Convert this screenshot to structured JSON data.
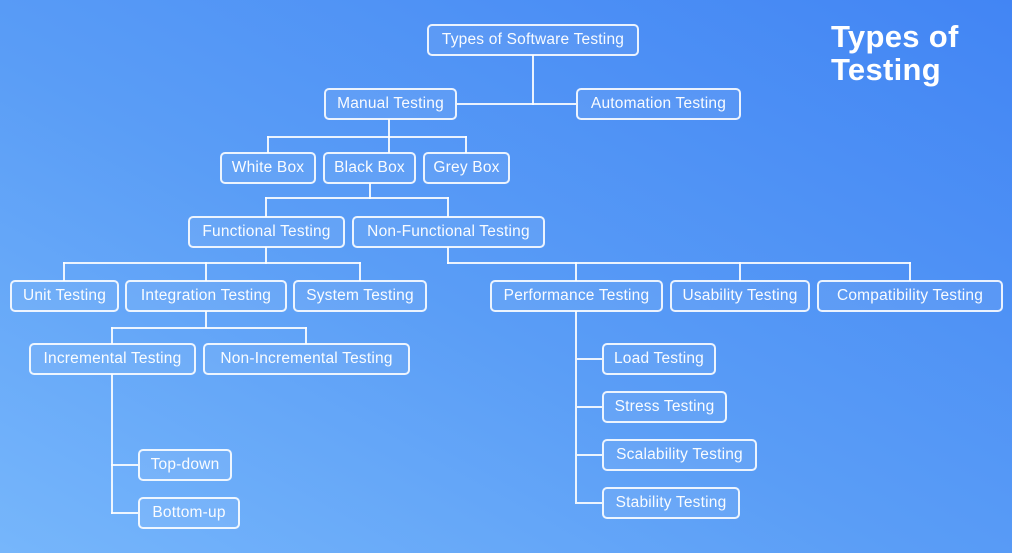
{
  "heading": {
    "line1": "Types of",
    "line2": "Testing"
  },
  "nodes": {
    "root": "Types of Software Testing",
    "manual": "Manual Testing",
    "automation": "Automation Testing",
    "white_box": "White Box",
    "black_box": "Black Box",
    "grey_box": "Grey Box",
    "functional": "Functional Testing",
    "non_functional": "Non-Functional Testing",
    "unit": "Unit Testing",
    "integration": "Integration Testing",
    "system": "System Testing",
    "performance": "Performance Testing",
    "usability": "Usability Testing",
    "compatibility": "Compatibility Testing",
    "incremental": "Incremental Testing",
    "non_incremental": "Non-Incremental Testing",
    "top_down": "Top-down",
    "bottom_up": "Bottom-up",
    "load": "Load Testing",
    "stress": "Stress Testing",
    "scalability": "Scalability Testing",
    "stability": "Stability Testing"
  },
  "colors": {
    "background_dark": "#4285f4",
    "background_mid": "#5a9df6",
    "background_light": "#76b6fb",
    "line_and_border": "#ffffff",
    "text": "#ffffff"
  }
}
